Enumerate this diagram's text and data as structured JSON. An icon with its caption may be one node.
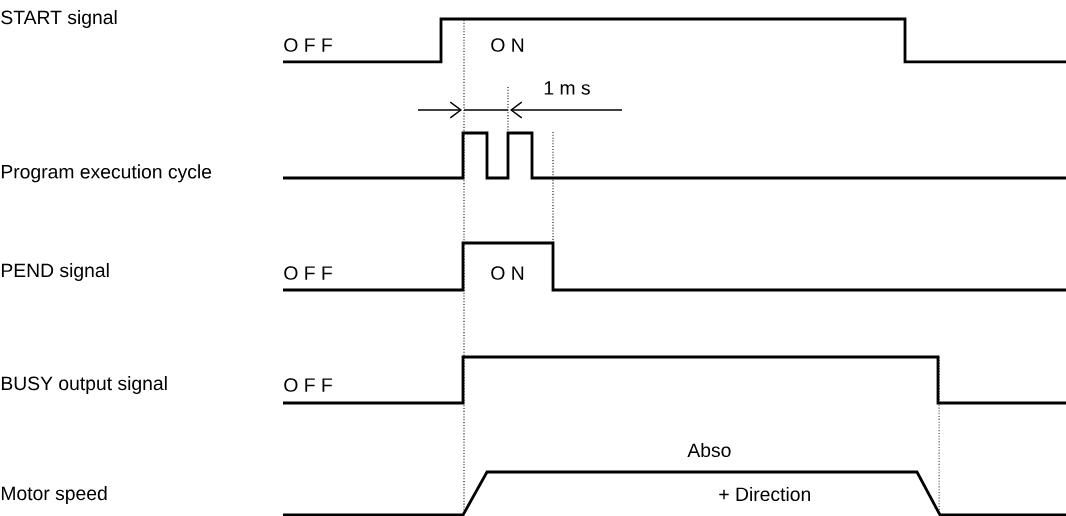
{
  "diagram": {
    "labels": [
      "START signal",
      "O F F",
      "O N",
      "1 m s",
      "Program execution cycle",
      "PEND signal",
      "O F F",
      "O N",
      "BUSY output signal",
      "O F F",
      "Abso",
      "Motor speed",
      "+ Direction"
    ]
  }
}
